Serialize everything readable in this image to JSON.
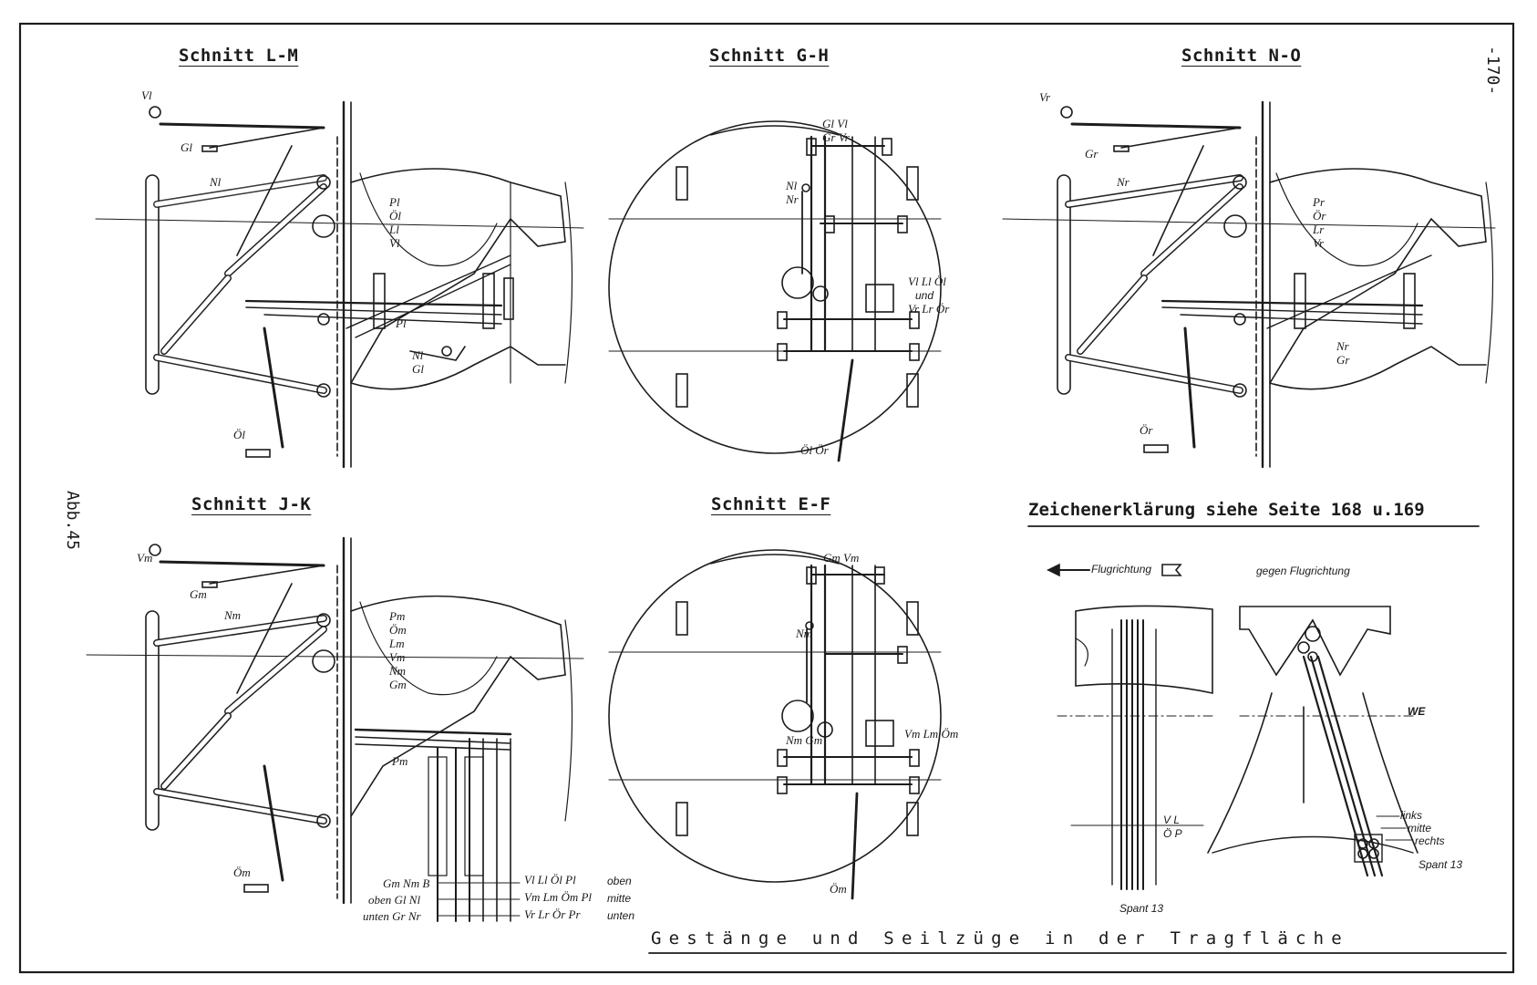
{
  "page_number": "-170-",
  "figure_label": "Abb.45",
  "legend_note": "Zeichenerklärung siehe Seite 168 u.169",
  "footer_title": "Gestänge und Seilzüge in der Tragfläche",
  "sections": {
    "lm": {
      "title": "Schnitt L-M",
      "labels": {
        "crank": "Vl",
        "g": "Gl",
        "n": "Nl",
        "stack": "Pl\nÖl\nLl\nVl",
        "p": "Pl",
        "ng": "Nl\nGl",
        "o": "Öl"
      }
    },
    "gh": {
      "title": "Schnitt G-H",
      "labels": {
        "gv": "Gl Vl\nGr Vr",
        "n": "Nl\nNr",
        "v1": "Vl Ll Öl",
        "und": "und",
        "v2": "Vr Lr Ör",
        "o": "Öl Ör"
      }
    },
    "no": {
      "title": "Schnitt N-O",
      "labels": {
        "crank": "Vr",
        "g": "Gr",
        "n": "Nr",
        "stack": "Pr\nÖr\nLr\nVr",
        "ng": "Nr\nGr",
        "o": "Ör"
      }
    },
    "jk": {
      "title": "Schnitt J-K",
      "labels": {
        "crank": "Vm",
        "g": "Gm",
        "n": "Nm",
        "stack": "Pm\nÖm\nLm\nVm\nNm\nGm",
        "p": "Pm",
        "o": "Öm",
        "legend_left": [
          "Gm Nm B",
          "oben Gl Nl",
          "unten Gr Nr"
        ],
        "legend_right": [
          "Vl Ll Öl Pl",
          "Vm Lm Öm Pl",
          "Vr Lr Ör Pr"
        ],
        "legend_pos": [
          "oben",
          "mitte",
          "unten"
        ]
      }
    },
    "ef": {
      "title": "Schnitt E-F",
      "labels": {
        "gv": "Gm Vm",
        "n": "Nm",
        "ng": "Nm Gm",
        "vlo": "Vm Lm Öm",
        "o": "Öm"
      }
    },
    "detail": {
      "flight_dir": "Flugrichtung",
      "against_flight": "gegen Flugrichtung",
      "we": "WE",
      "vl": "V L",
      "op": "Ö P",
      "links": "links",
      "mitte": "mitte",
      "rechts": "rechts",
      "spant_left": "Spant 13",
      "spant_right": "Spant 13"
    }
  }
}
